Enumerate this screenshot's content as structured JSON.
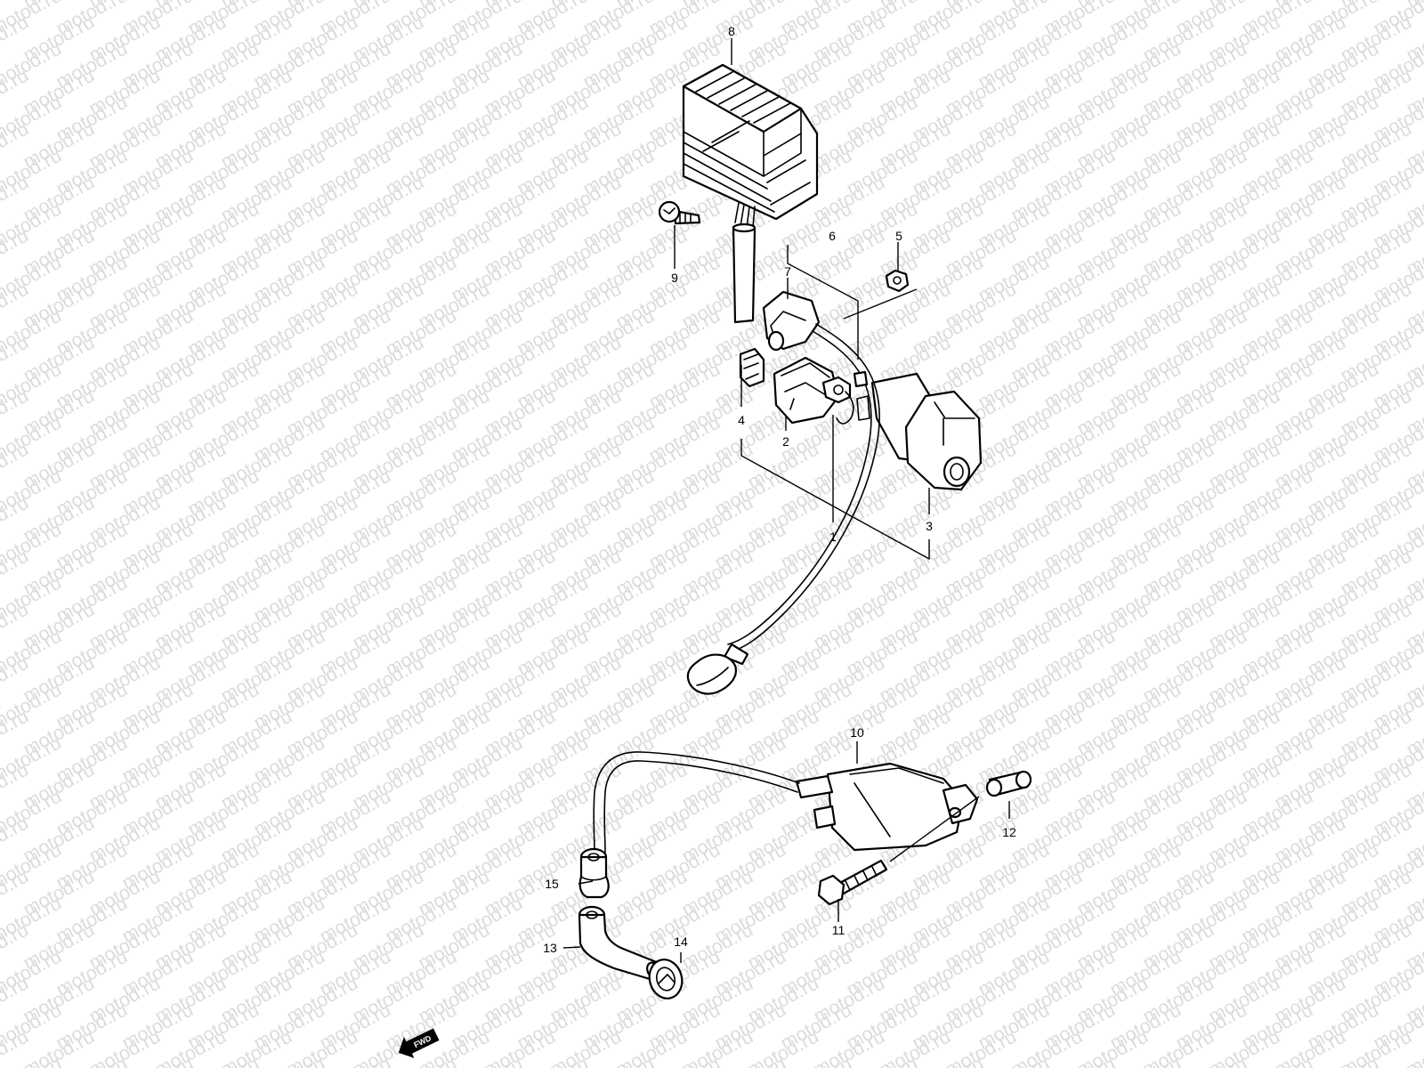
{
  "watermark": "motod.ru",
  "fwd_label": "FWD",
  "callouts": [
    "1",
    "2",
    "3",
    "4",
    "5",
    "6",
    "7",
    "8",
    "9",
    "10",
    "11",
    "12",
    "13",
    "14",
    "15"
  ]
}
